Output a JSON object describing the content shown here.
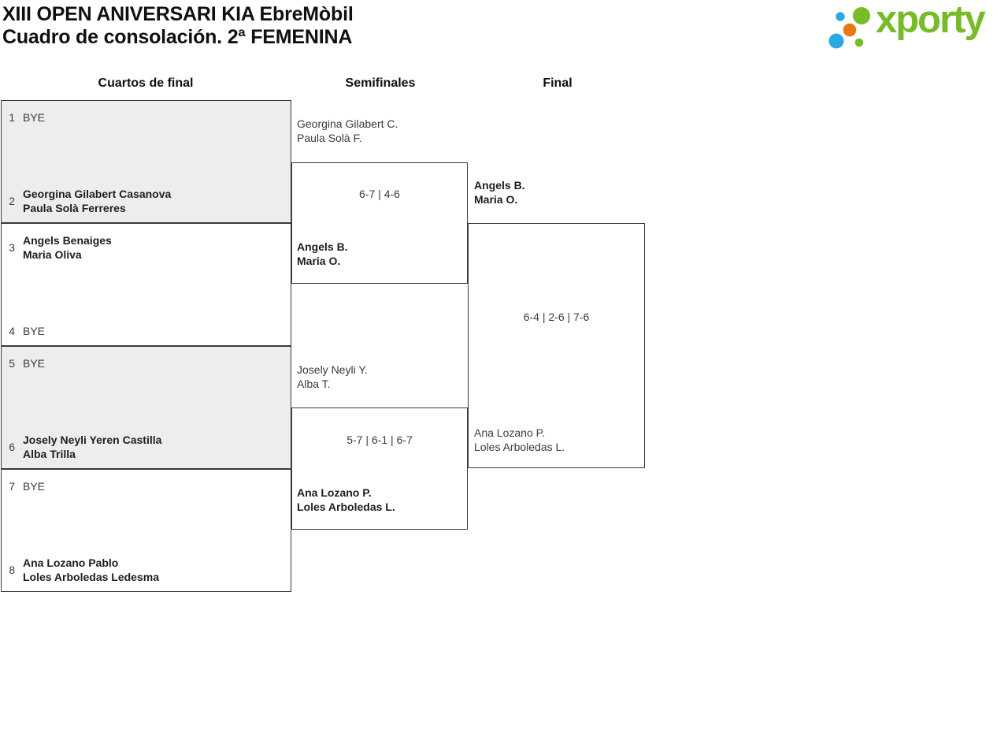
{
  "header": {
    "title_line1": "XIII OPEN ANIVERSARI KIA EbreMòbil",
    "title_line2": "Cuadro de consolación. 2ª FEMENINA",
    "logo_text": "xporty",
    "logo_colors": {
      "green": "#77bb28",
      "blue": "#29a9e1",
      "orange": "#e87811"
    }
  },
  "round_headers": [
    {
      "label": "Cuartos de final"
    },
    {
      "label": "Semifinales"
    },
    {
      "label": "Final"
    }
  ],
  "quarterfinals": [
    {
      "slots": [
        {
          "seed": "1",
          "line1": "BYE",
          "line2": "",
          "winner": false
        },
        {
          "seed": "2",
          "line1": "Georgina Gilabert Casanova",
          "line2": "Paula Solà Ferreres",
          "winner": true
        }
      ]
    },
    {
      "slots": [
        {
          "seed": "3",
          "line1": "Angels Benaiges",
          "line2": "Maria Oliva",
          "winner": true
        },
        {
          "seed": "4",
          "line1": "BYE",
          "line2": "",
          "winner": false
        }
      ]
    },
    {
      "slots": [
        {
          "seed": "5",
          "line1": "BYE",
          "line2": "",
          "winner": false
        },
        {
          "seed": "6",
          "line1": "Josely Neyli Yeren Castilla",
          "line2": "Alba Trilla",
          "winner": true
        }
      ]
    },
    {
      "slots": [
        {
          "seed": "7",
          "line1": "BYE",
          "line2": "",
          "winner": false
        },
        {
          "seed": "8",
          "line1": "Ana Lozano Pablo",
          "line2": "Loles Arboledas Ledesma",
          "winner": true
        }
      ]
    }
  ],
  "semifinals": [
    {
      "top": {
        "line1": "Georgina Gilabert C.",
        "line2": "Paula Solà F.",
        "winner": false
      },
      "score": "6-7 | 4-6",
      "bottom": {
        "line1": "Angels B.",
        "line2": "Maria O.",
        "winner": true
      }
    },
    {
      "top": {
        "line1": "Josely Neyli Y.",
        "line2": "Alba T.",
        "winner": false
      },
      "score": "5-7 | 6-1 | 6-7",
      "bottom": {
        "line1": "Ana Lozano P.",
        "line2": "Loles Arboledas L.",
        "winner": true
      }
    }
  ],
  "final": {
    "top": {
      "line1": "Angels B.",
      "line2": "Maria O.",
      "winner": true
    },
    "score": "6-4 | 2-6 | 7-6",
    "bottom": {
      "line1": "Ana Lozano P.",
      "line2": "Loles Arboledas L.",
      "winner": false
    }
  }
}
